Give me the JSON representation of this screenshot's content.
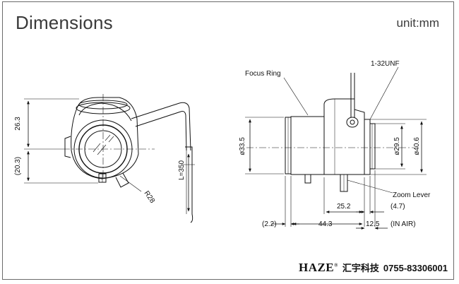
{
  "header": {
    "title": "Dimensions",
    "unit": "unit:mm"
  },
  "front_view": {
    "dim_upper": "26.3",
    "dim_lower": "(20.3)",
    "radius": "R28",
    "cable_length": "L=350"
  },
  "side_view": {
    "focus_ring_label": "Focus Ring",
    "thread_label": "1-32UNF",
    "zoom_lever_label": "Zoom Lever",
    "dia_body": "ø33.5",
    "dia_inner": "ø29.5",
    "dia_outer": "ø40.6",
    "dim_25_2": "25.2",
    "dim_4_7": "(4.7)",
    "dim_2_2": "(2.2)",
    "dim_44_3": "44.3",
    "dim_12_5": "12.5",
    "in_air": "(IN AIR)"
  },
  "footer": {
    "logo": "HAZE",
    "logo_mark": "®",
    "company": "汇宇科技",
    "phone": "0755-83306001"
  }
}
